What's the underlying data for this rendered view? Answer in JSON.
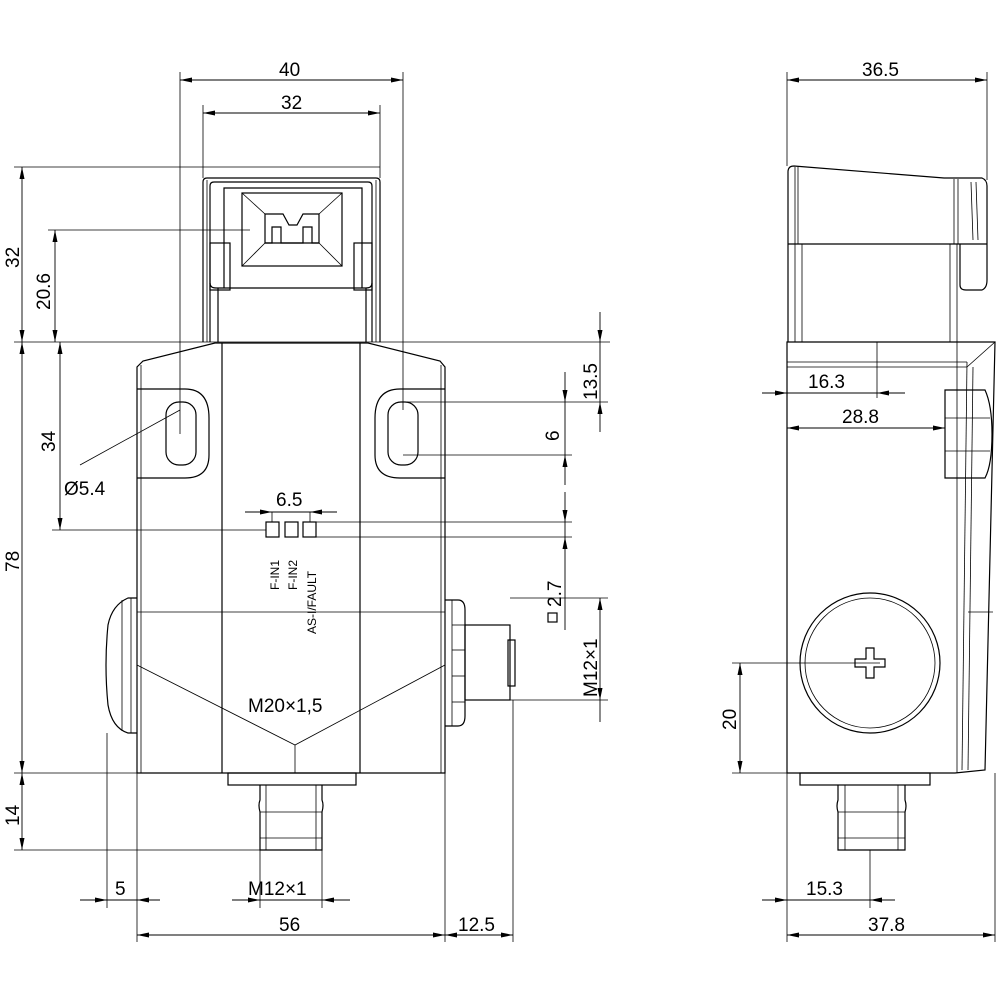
{
  "front_view": {
    "dims": {
      "width_top_outer": "40",
      "width_top_inner": "32",
      "height_actuator": "32",
      "height_actuator_center": "20.6",
      "height_to_label": "34",
      "height_body": "78",
      "height_connector": "14",
      "hole_diameter": "Ø5.4",
      "label_spacing": "6.5",
      "hole_offset_top": "13.5",
      "slot_length": "6",
      "led_size": "2.7",
      "side_thread": "M12×1",
      "bottom_thread": "M12×1",
      "gland_thread": "M20×1,5",
      "lens_offset": "5",
      "width_body": "56",
      "side_connector_offset": "12.5"
    },
    "led_labels": [
      "F-IN1",
      "F-IN2",
      "AS-I/FAULT"
    ]
  },
  "side_view": {
    "dims": {
      "depth_top": "36.5",
      "center_offset": "16.3",
      "bump_offset": "28.8",
      "cover_height": "20",
      "connector_offset": "15.3",
      "depth_total": "37.8"
    }
  }
}
